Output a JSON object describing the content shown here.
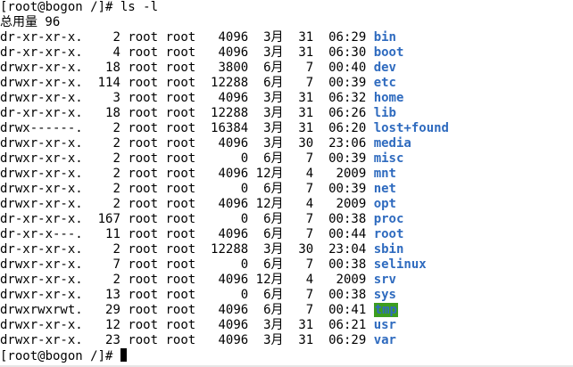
{
  "terminal": {
    "prompt_top": "[root@bogon /]# ls -l",
    "total": "总用量 96",
    "prompt_bottom": "[root@bogon /]# ",
    "accent_dir_color": "#2f6bbf",
    "sticky_bg_color": "#3c9d1f",
    "entries": [
      {
        "perm": "dr-xr-xr-x.",
        "links": "2",
        "owner": "root",
        "group": "root",
        "size": "4096",
        "month": "3月",
        "day": "31",
        "time": "06:29",
        "name": "bin"
      },
      {
        "perm": "dr-xr-xr-x.",
        "links": "4",
        "owner": "root",
        "group": "root",
        "size": "4096",
        "month": "3月",
        "day": "31",
        "time": "06:30",
        "name": "boot"
      },
      {
        "perm": "drwxr-xr-x.",
        "links": "18",
        "owner": "root",
        "group": "root",
        "size": "3800",
        "month": "6月",
        "day": "7",
        "time": "00:40",
        "name": "dev"
      },
      {
        "perm": "drwxr-xr-x.",
        "links": "114",
        "owner": "root",
        "group": "root",
        "size": "12288",
        "month": "6月",
        "day": "7",
        "time": "00:39",
        "name": "etc"
      },
      {
        "perm": "drwxr-xr-x.",
        "links": "3",
        "owner": "root",
        "group": "root",
        "size": "4096",
        "month": "3月",
        "day": "31",
        "time": "06:32",
        "name": "home"
      },
      {
        "perm": "dr-xr-xr-x.",
        "links": "18",
        "owner": "root",
        "group": "root",
        "size": "12288",
        "month": "3月",
        "day": "31",
        "time": "06:26",
        "name": "lib"
      },
      {
        "perm": "drwx------.",
        "links": "2",
        "owner": "root",
        "group": "root",
        "size": "16384",
        "month": "3月",
        "day": "31",
        "time": "06:20",
        "name": "lost+found"
      },
      {
        "perm": "drwxr-xr-x.",
        "links": "2",
        "owner": "root",
        "group": "root",
        "size": "4096",
        "month": "3月",
        "day": "30",
        "time": "23:06",
        "name": "media"
      },
      {
        "perm": "drwxr-xr-x.",
        "links": "2",
        "owner": "root",
        "group": "root",
        "size": "0",
        "month": "6月",
        "day": "7",
        "time": "00:39",
        "name": "misc"
      },
      {
        "perm": "drwxr-xr-x.",
        "links": "2",
        "owner": "root",
        "group": "root",
        "size": "4096",
        "month": "12月",
        "day": "4",
        "time": "2009",
        "name": "mnt"
      },
      {
        "perm": "drwxr-xr-x.",
        "links": "2",
        "owner": "root",
        "group": "root",
        "size": "0",
        "month": "6月",
        "day": "7",
        "time": "00:39",
        "name": "net"
      },
      {
        "perm": "drwxr-xr-x.",
        "links": "2",
        "owner": "root",
        "group": "root",
        "size": "4096",
        "month": "12月",
        "day": "4",
        "time": "2009",
        "name": "opt"
      },
      {
        "perm": "dr-xr-xr-x.",
        "links": "167",
        "owner": "root",
        "group": "root",
        "size": "0",
        "month": "6月",
        "day": "7",
        "time": "00:38",
        "name": "proc"
      },
      {
        "perm": "dr-xr-x---.",
        "links": "11",
        "owner": "root",
        "group": "root",
        "size": "4096",
        "month": "6月",
        "day": "7",
        "time": "00:44",
        "name": "root"
      },
      {
        "perm": "dr-xr-xr-x.",
        "links": "2",
        "owner": "root",
        "group": "root",
        "size": "12288",
        "month": "3月",
        "day": "30",
        "time": "23:04",
        "name": "sbin"
      },
      {
        "perm": "drwxr-xr-x.",
        "links": "7",
        "owner": "root",
        "group": "root",
        "size": "0",
        "month": "6月",
        "day": "7",
        "time": "00:38",
        "name": "selinux"
      },
      {
        "perm": "drwxr-xr-x.",
        "links": "2",
        "owner": "root",
        "group": "root",
        "size": "4096",
        "month": "12月",
        "day": "4",
        "time": "2009",
        "name": "srv"
      },
      {
        "perm": "drwxr-xr-x.",
        "links": "13",
        "owner": "root",
        "group": "root",
        "size": "0",
        "month": "6月",
        "day": "7",
        "time": "00:38",
        "name": "sys"
      },
      {
        "perm": "drwxrwxrwt.",
        "links": "29",
        "owner": "root",
        "group": "root",
        "size": "4096",
        "month": "6月",
        "day": "7",
        "time": "00:41",
        "name": "tmp",
        "sticky": true
      },
      {
        "perm": "drwxr-xr-x.",
        "links": "12",
        "owner": "root",
        "group": "root",
        "size": "4096",
        "month": "3月",
        "day": "31",
        "time": "06:21",
        "name": "usr"
      },
      {
        "perm": "drwxr-xr-x.",
        "links": "23",
        "owner": "root",
        "group": "root",
        "size": "4096",
        "month": "3月",
        "day": "31",
        "time": "06:29",
        "name": "var"
      }
    ]
  }
}
